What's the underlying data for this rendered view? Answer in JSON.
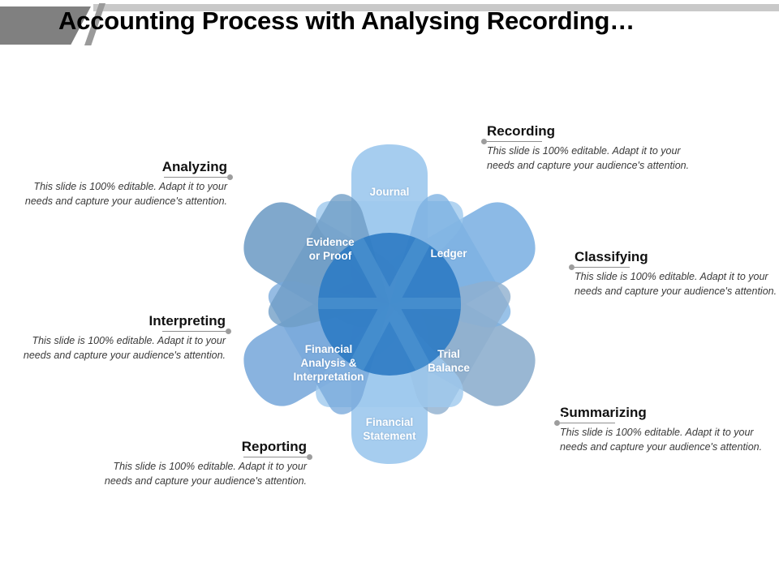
{
  "title": "Accounting Process with Analysing  Recording…",
  "body_text": "This slide is 100% editable.  Adapt it to your needs and capture your audience's attention.",
  "diagram": {
    "hub_color": "#2f7cc4",
    "petals": [
      {
        "id": "journal",
        "label": "Journal",
        "color": "#9fc9ee",
        "angle": 0
      },
      {
        "id": "ledger",
        "label": "Ledger",
        "color": "#7cb1e2",
        "angle": 60
      },
      {
        "id": "trial",
        "label": "Trial Balance",
        "color": "#8eafce",
        "angle": 120
      },
      {
        "id": "statement",
        "label": "Financial Statement",
        "color": "#9fc9ee",
        "angle": 180
      },
      {
        "id": "analysis",
        "label": "Financial Analysis & Interpretation",
        "color": "#79a9db",
        "angle": 240
      },
      {
        "id": "evidence",
        "label": "Evidence or Proof",
        "color": "#6e9cc5",
        "angle": 300
      }
    ],
    "labels": {
      "journal": "Journal",
      "ledger": "Ledger",
      "trial_line1": "Trial",
      "trial_line2": "Balance",
      "statement_line1": "Financial",
      "statement_line2": "Statement",
      "analysis_line1": "Financial",
      "analysis_line2": "Analysis  &",
      "analysis_line3": "Interpretation",
      "evidence_line1": "Evidence",
      "evidence_line2": "or Proof"
    },
    "icons": [
      {
        "id": "video-camera",
        "sector": "top"
      },
      {
        "id": "pyramid-chart",
        "sector": "upper-right"
      },
      {
        "id": "document-stack",
        "sector": "lower-right"
      },
      {
        "id": "clipboard-checklist",
        "sector": "bottom"
      },
      {
        "id": "id-card-person",
        "sector": "lower-left"
      },
      {
        "id": "magnifier-gear",
        "sector": "upper-left"
      }
    ]
  },
  "callouts": [
    {
      "id": "analyzing",
      "heading": "Analyzing",
      "body": "This slide is 100% editable.  Adapt it to your needs and capture your audience's attention.",
      "side": "left"
    },
    {
      "id": "interpreting",
      "heading": "Interpreting",
      "body": "This slide is 100% editable.  Adapt it to your needs and capture your audience's attention.",
      "side": "left"
    },
    {
      "id": "reporting",
      "heading": "Reporting",
      "body": "This slide is 100% editable.  Adapt it to your needs and capture your audience's attention.",
      "side": "left"
    },
    {
      "id": "recording",
      "heading": "Recording",
      "body": "This slide is 100% editable.  Adapt it to your needs and capture your audience's attention.",
      "side": "right"
    },
    {
      "id": "classifying",
      "heading": "Classifying",
      "body": "This slide is 100% editable.  Adapt it to your needs and capture your audience's attention.",
      "side": "right"
    },
    {
      "id": "summarizing",
      "heading": "Summarizing",
      "body": "This slide is 100% editable.  Adapt it to your needs and capture your audience's attention.",
      "side": "right"
    }
  ],
  "colors": {
    "title_bar": "#c9c9c9",
    "title_block": "#808080",
    "dot": "#9d9d9d",
    "hub": "#2f7cc4"
  }
}
